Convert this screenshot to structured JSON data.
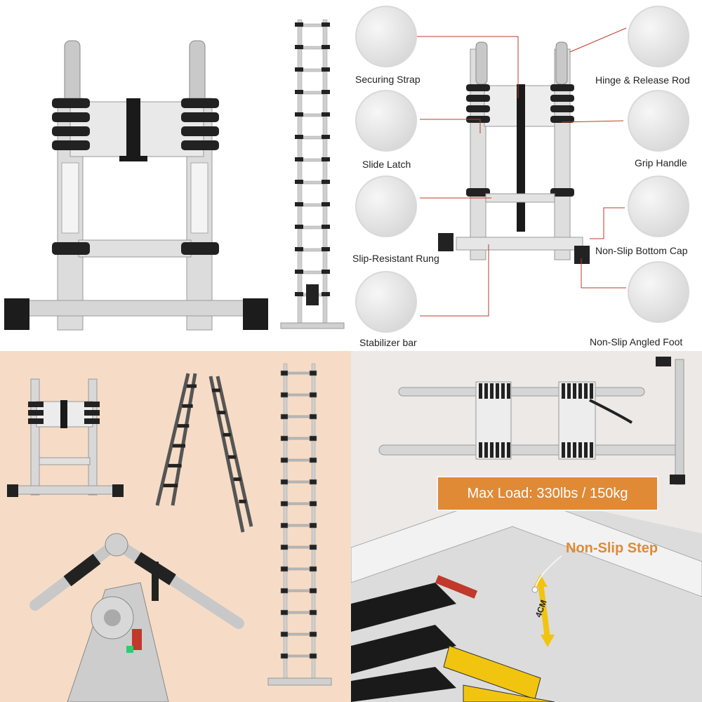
{
  "callouts": {
    "securing_strap": "Securing Strap",
    "slide_latch": "Slide Latch",
    "slip_resistant_rung": "Slip-Resistant Rung",
    "stabilizer_bar": "Stabilizer bar",
    "hinge_release_rod": "Hinge & Release Rod",
    "grip_handle": "Grip Handle",
    "non_slip_bottom_cap": "Non-Slip Bottom Cap",
    "non_slip_angled_foot": "Non-Slip Angled Foot"
  },
  "features": {
    "max_load": "Max Load: 330lbs / 150kg",
    "non_slip_step": "Non-Slip Step",
    "step_width": "4CM"
  },
  "colors": {
    "accent_orange": "#e08a36",
    "callout_red": "#c0392b",
    "background_peach": "#f6dcc6"
  }
}
